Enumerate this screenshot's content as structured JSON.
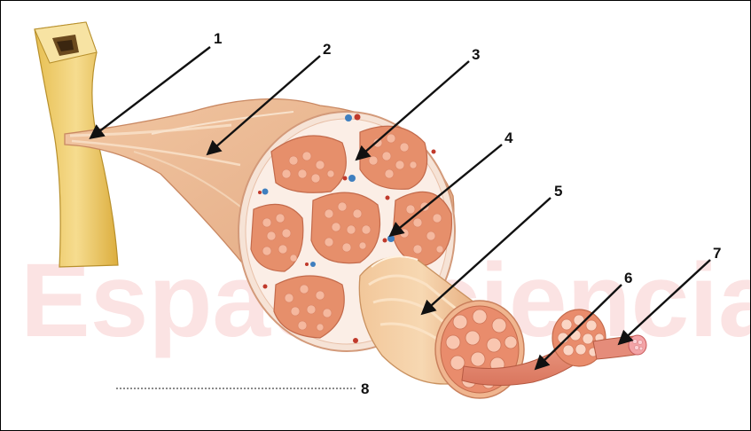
{
  "watermark": "Espaciociencia.com",
  "labels": [
    "1",
    "2",
    "3",
    "4",
    "5",
    "6",
    "7",
    "8"
  ],
  "colors": {
    "bone": "#f1d27a",
    "tendon": "#f0cfa6",
    "muscle_skin": "#eab58f",
    "fascicle": "#e88a6a",
    "fiber": "#f4b49a",
    "blood_vessel_blue": "#3f7fbf",
    "blood_vessel_red": "#c0392b"
  }
}
